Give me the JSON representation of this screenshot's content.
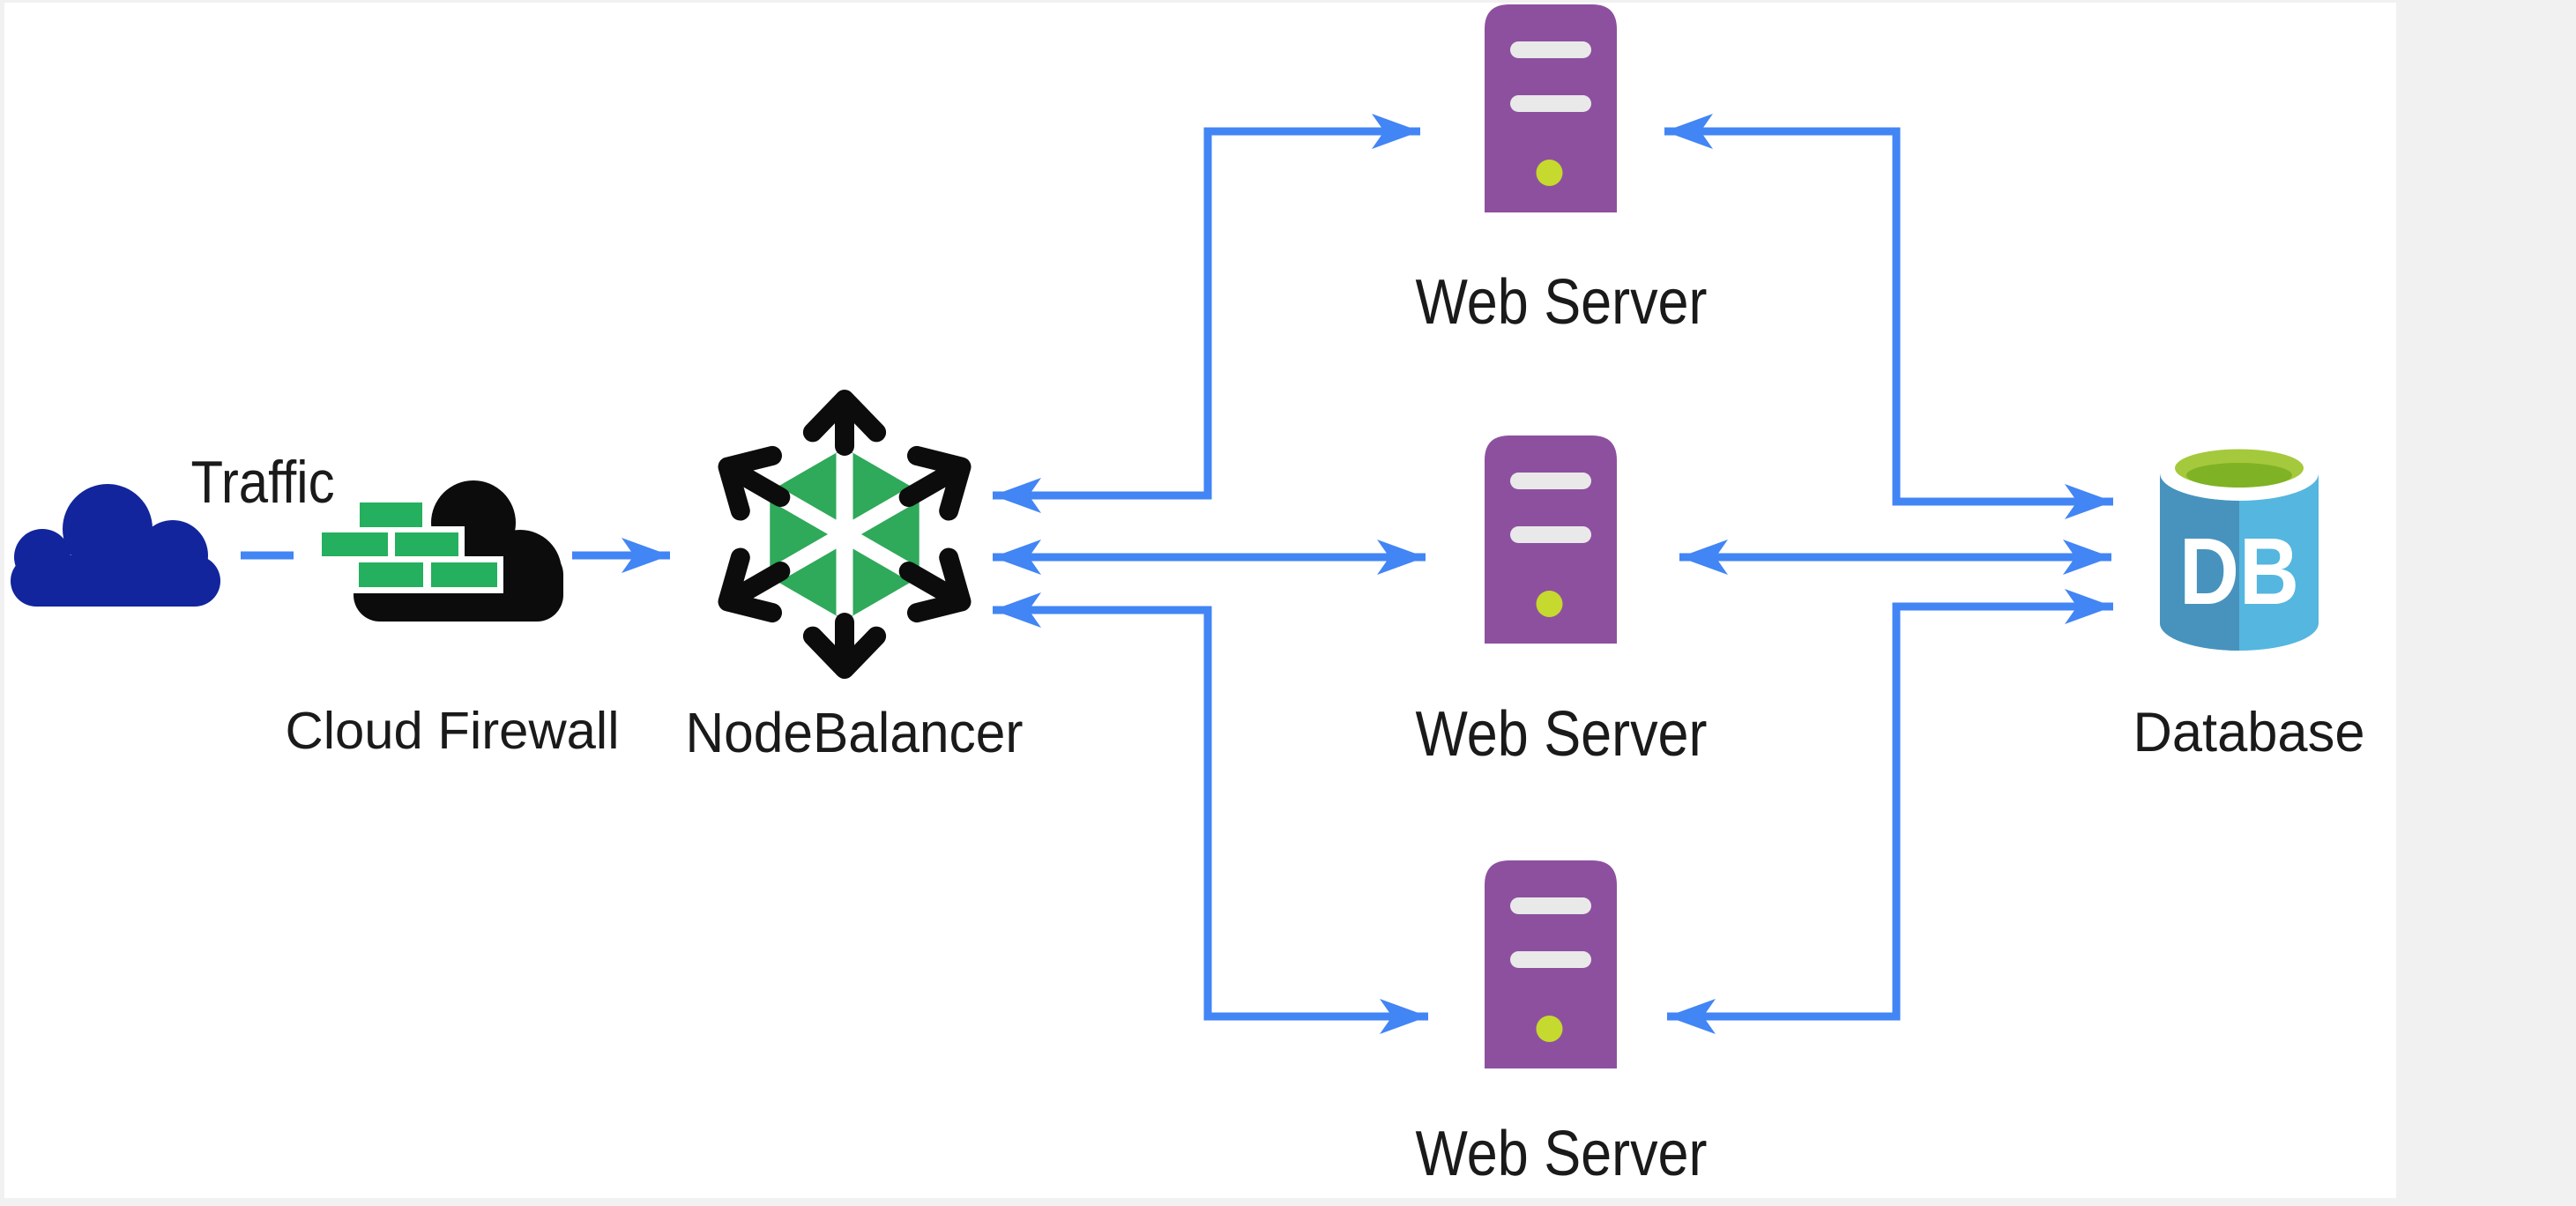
{
  "page": {
    "background_color": "#f1f1f2",
    "canvas_color": "#ffffff"
  },
  "diagram": {
    "type": "network-architecture",
    "label_color": "#1a1a1a",
    "arrow_color": "#4285f4",
    "nodes": {
      "traffic": {
        "label": "Traffic",
        "icon": "traffic-cloud-icon",
        "icon_color": "#12259c"
      },
      "cloud_firewall": {
        "label": "Cloud Firewall",
        "icon": "firewall-cloud-icon",
        "icon_colors": {
          "cloud": "#0c0c0c",
          "bricks": "#24b05e",
          "mortar": "#ffffff"
        }
      },
      "nodebalancer": {
        "label": "NodeBalancer",
        "icon": "nodebalancer-icon",
        "icon_colors": {
          "hexagon": "#2fa95a",
          "spokes": "#ffffff",
          "arrows": "#0c0c0c"
        }
      },
      "web_server_1": {
        "label": "Web Server",
        "icon": "server-icon",
        "icon_colors": {
          "body": "#8d509f",
          "slots": "#e9e9e9",
          "led": "#c5d92e"
        }
      },
      "web_server_2": {
        "label": "Web Server",
        "icon": "server-icon",
        "icon_colors": {
          "body": "#8d509f",
          "slots": "#e9e9e9",
          "led": "#c5d92e"
        }
      },
      "web_server_3": {
        "label": "Web Server",
        "icon": "server-icon",
        "icon_colors": {
          "body": "#8d509f",
          "slots": "#e9e9e9",
          "led": "#c5d92e"
        }
      },
      "database": {
        "label": "Database",
        "badge_text": "DB",
        "icon": "database-cylinder-icon",
        "icon_colors": {
          "body_left": "#4793be",
          "body_right": "#55b6df",
          "rim": "#ffffff",
          "top_outer": "#a5c93c",
          "top_inner": "#7fb224",
          "badge_text": "#ffffff"
        }
      }
    },
    "connections": [
      {
        "from": "traffic",
        "to": "cloud_firewall",
        "style": "dash",
        "arrows": "none"
      },
      {
        "from": "cloud_firewall",
        "to": "nodebalancer",
        "style": "straight",
        "arrows": "to"
      },
      {
        "from": "nodebalancer",
        "to": "web_server_1",
        "style": "elbow",
        "arrows": "both"
      },
      {
        "from": "nodebalancer",
        "to": "web_server_2",
        "style": "straight",
        "arrows": "both"
      },
      {
        "from": "nodebalancer",
        "to": "web_server_3",
        "style": "elbow",
        "arrows": "both"
      },
      {
        "from": "web_server_1",
        "to": "database",
        "style": "elbow",
        "arrows": "both"
      },
      {
        "from": "web_server_2",
        "to": "database",
        "style": "straight",
        "arrows": "both"
      },
      {
        "from": "web_server_3",
        "to": "database",
        "style": "elbow",
        "arrows": "both"
      }
    ]
  }
}
